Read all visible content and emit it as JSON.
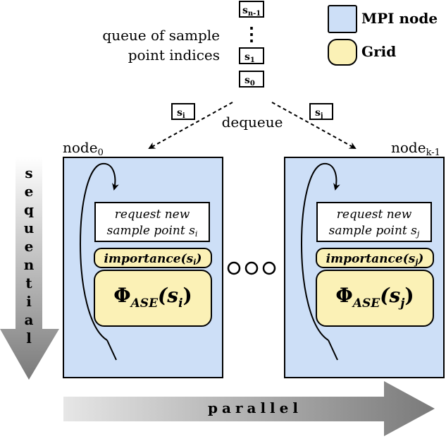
{
  "legend": {
    "mpi_node_label": "MPI node",
    "grid_label": "Grid",
    "mpi_node_color": "#cddff7",
    "grid_color": "#fbf1b6"
  },
  "queue": {
    "label_line1": "queue of sample",
    "label_line2": "point indices",
    "top_item": "s",
    "top_item_sub": "n-1",
    "ellipsis": "⋮",
    "item1": "s",
    "item1_sub": "1",
    "item0": "s",
    "item0_sub": "0"
  },
  "dequeue": {
    "label": "dequeue",
    "left_item": "s",
    "left_item_sub": "i",
    "right_item": "s",
    "right_item_sub": "j"
  },
  "nodes": [
    {
      "name": "node",
      "name_sub": "0",
      "request_line1": "request new",
      "request_line2": "sample point ",
      "request_var": "s",
      "request_var_sub": "i",
      "importance_text": "importance",
      "importance_arg": "(s",
      "importance_arg_sub": "i",
      "importance_close": ")",
      "phi_symbol": "Φ",
      "phi_sub": "ASE",
      "phi_arg": "(s",
      "phi_arg_sub": "i",
      "phi_close": ")"
    },
    {
      "name": "node",
      "name_sub": "k-1",
      "request_line1": "request new",
      "request_line2": "sample point ",
      "request_var": "s",
      "request_var_sub": "j",
      "importance_text": "importance",
      "importance_arg": "(s",
      "importance_arg_sub": "j",
      "importance_close": ")",
      "phi_symbol": "Φ",
      "phi_sub": "ASE",
      "phi_arg": "(s",
      "phi_arg_sub": "j",
      "phi_close": ")"
    }
  ],
  "sequential_letters": [
    "s",
    "e",
    "q",
    "u",
    "e",
    "n",
    "t",
    "i",
    "a",
    "l"
  ],
  "parallel_label": "parallel"
}
